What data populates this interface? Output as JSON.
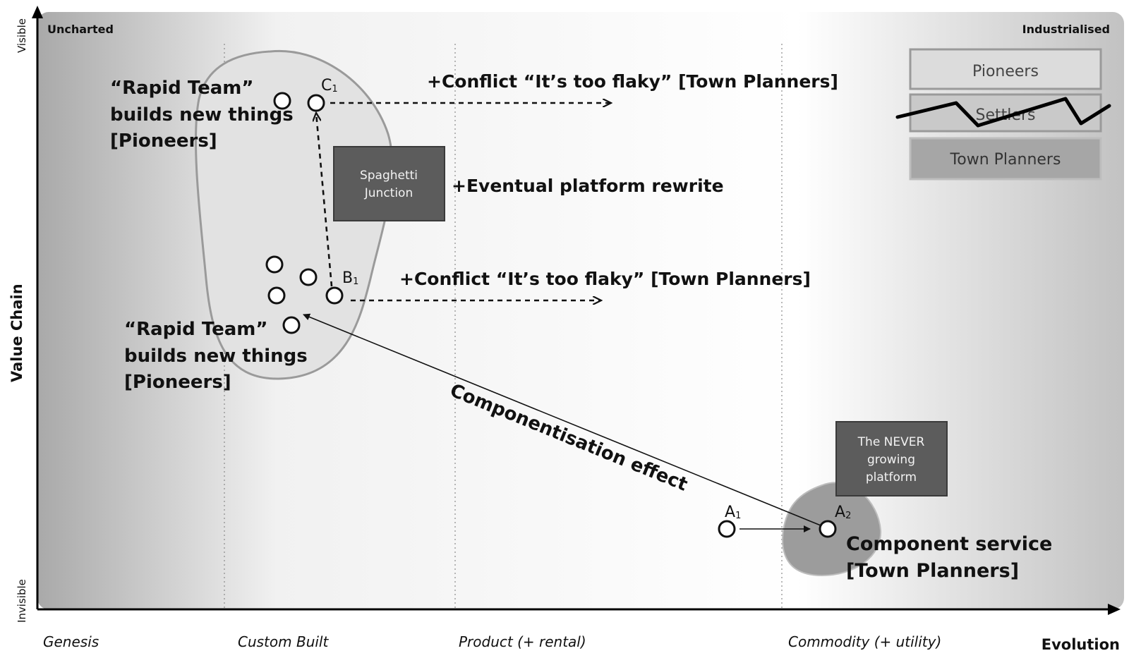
{
  "axes": {
    "y_label": "Value Chain",
    "y_top": "Visible",
    "y_bottom": "Invisible",
    "x_label": "Evolution",
    "stages": [
      "Genesis",
      "Custom Built",
      "Product (+ rental)",
      "Commodity (+ utility)"
    ],
    "corner_left": "Uncharted",
    "corner_right": "Industrialised"
  },
  "legend": {
    "pioneers": "Pioneers",
    "settlers": "Settlers",
    "town_planners": "Town Planners"
  },
  "nodes": {
    "c1": "C",
    "c1_sub": "1",
    "b1": "B",
    "b1_sub": "1",
    "a1": "A",
    "a1_sub": "1",
    "a2": "A",
    "a2_sub": "2"
  },
  "boxes": {
    "spaghetti_line1": "Spaghetti",
    "spaghetti_line2": "Junction",
    "never_line1": "The NEVER",
    "never_line2": "growing",
    "never_line3": "platform"
  },
  "annotations": {
    "conflict_top": "+Conflict “It’s too flaky” [Town Planners]",
    "conflict_mid": "+Conflict “It’s too flaky” [Town Planners]",
    "rewrite": "+Eventual platform rewrite",
    "componentisation": "Componentisation effect"
  },
  "labels": {
    "rapid_top_1": "“Rapid Team”",
    "rapid_top_2": "builds new things",
    "rapid_top_3": "[Pioneers]",
    "rapid_bot_1": "“Rapid Team”",
    "rapid_bot_2": "builds new things",
    "rapid_bot_3": "[Pioneers]",
    "component_1": "Component service",
    "component_2": "[Town Planners]"
  }
}
